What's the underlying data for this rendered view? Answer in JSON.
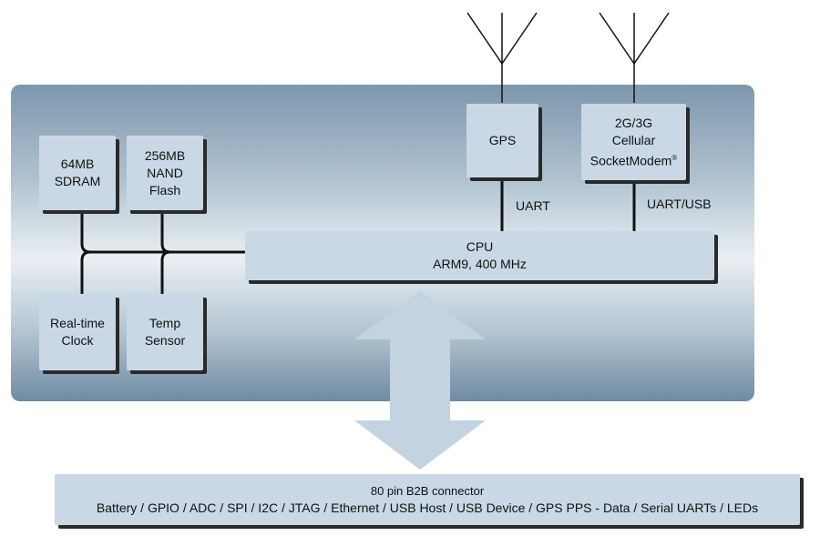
{
  "blocks": {
    "sdram": {
      "line1": "64MB",
      "line2": "SDRAM"
    },
    "nand": {
      "line1": "256MB",
      "line2": "NAND",
      "line3": "Flash"
    },
    "rtc": {
      "line1": "Real-time",
      "line2": "Clock"
    },
    "temp": {
      "line1": "Temp",
      "line2": "Sensor"
    },
    "gps": {
      "label": "GPS"
    },
    "modem": {
      "line1": "2G/3G",
      "line2": "Cellular",
      "line3": "SocketModem",
      "mark": "®"
    },
    "cpu": {
      "line1": "CPU",
      "line2": "ARM9, 400 MHz"
    },
    "connector": {
      "title": "80 pin B2B connector",
      "interfaces": "Battery / GPIO / ADC / SPI / I2C / JTAG / Ethernet / USB Host / USB Device / GPS PPS - Data / Serial UARTs / LEDs"
    }
  },
  "links": {
    "gps_bus": "UART",
    "modem_bus": "UART/USB"
  },
  "colors": {
    "block_fill": "#c9d8e4",
    "board_dark": "#6f8aa1",
    "board_light": "#eaf0f3",
    "arrow": "#c3d3e0",
    "line": "#111111",
    "shadow": "#2a2a2a"
  }
}
